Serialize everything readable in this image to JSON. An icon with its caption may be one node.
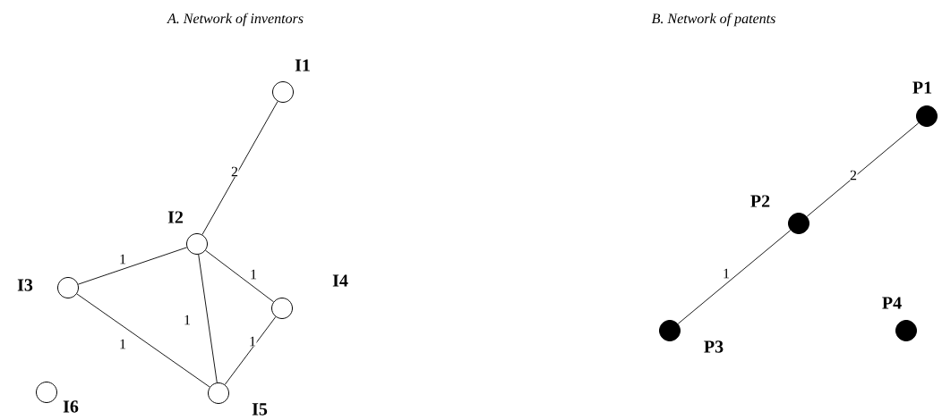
{
  "diagram": {
    "nodes": [
      {
        "text": [
          "I1"
        ]
      },
      {
        "text": [
          "I2"
        ]
      },
      {
        "text": [
          "I3"
        ]
      },
      {
        "text": [
          "I4"
        ]
      },
      {
        "text": [
          "I5"
        ]
      },
      {
        "text": [
          "I6"
        ]
      },
      {
        "text": [
          "P1"
        ]
      },
      {
        "text": [
          "P2"
        ]
      },
      {
        "text": [
          "P3"
        ]
      },
      {
        "text": [
          "P4"
        ]
      }
    ],
    "edges": [
      {
        "from": 0,
        "to": 1,
        "arrow": "none",
        "label": "2"
      },
      {
        "from": 1,
        "to": 2,
        "arrow": "none",
        "label": "1"
      },
      {
        "from": 1,
        "to": 3,
        "arrow": "none",
        "label": "1"
      },
      {
        "from": 1,
        "to": 4,
        "arrow": "none",
        "label": "1"
      },
      {
        "from": 2,
        "to": 4,
        "arrow": "none",
        "label": "1"
      },
      {
        "from": 3,
        "to": 4,
        "arrow": "none",
        "label": "1"
      },
      {
        "from": 6,
        "to": 7,
        "arrow": "none",
        "label": "2"
      },
      {
        "from": 7,
        "to": 8,
        "arrow": "none",
        "label": "1"
      }
    ],
    "labels": [
      "A. Network of inventors",
      "B. Network of patents"
    ]
  }
}
